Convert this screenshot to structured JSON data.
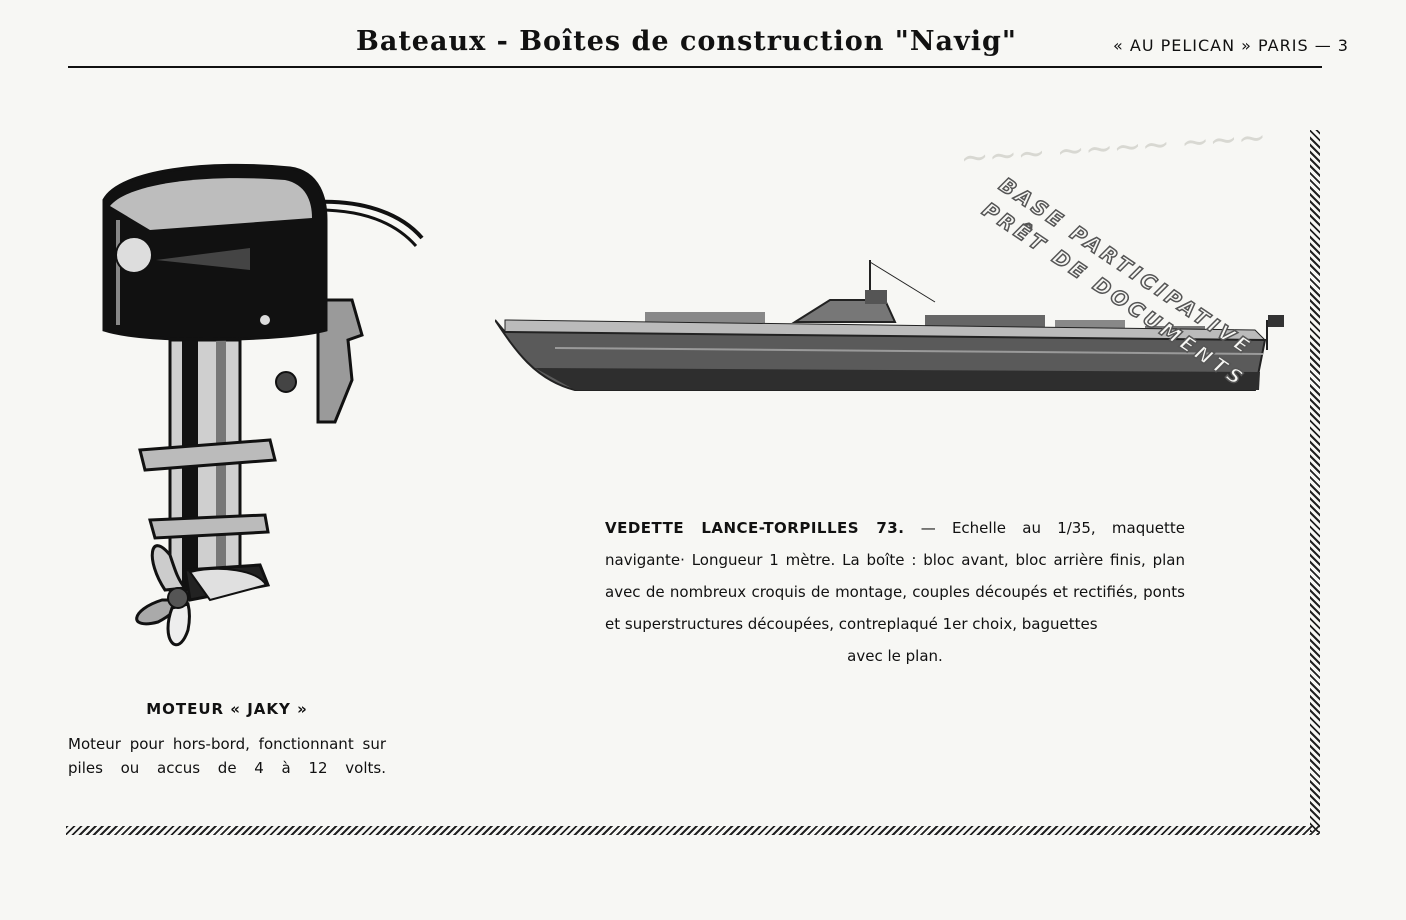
{
  "header": {
    "title": "Bateaux - Boîtes de construction \"Navig\"",
    "publisher": "« AU PELICAN » PARIS — 3"
  },
  "stamp": {
    "line1": "BASE PARTICIPATIVE",
    "line2": "PRÊT DE DOCUMENTS"
  },
  "motor": {
    "title": "MOTEUR « JAKY »",
    "description": "Moteur pour hors-bord, fonctionnant sur piles ou accus de 4 à 12 volts."
  },
  "boat": {
    "title": "VEDETTE LANCE-TORPILLES 73.",
    "description": "— Echelle au 1/35, maquette navigante· Longueur 1 mètre. La boîte : bloc avant, bloc arrière finis, plan avec de nombreux croquis de montage, couples découpés et rectifiés, ponts et superstructures découpées, contreplaqué 1er choix, baguettes",
    "tail": "avec le plan."
  },
  "colors": {
    "ink": "#111111",
    "paper": "#f7f7f4"
  }
}
